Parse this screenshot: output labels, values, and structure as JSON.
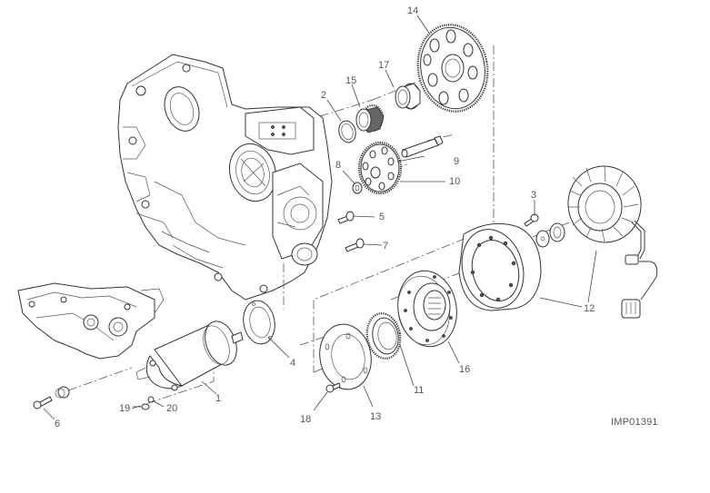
{
  "diagram": {
    "type": "exploded-parts-view",
    "image_code": "IMP01391",
    "callouts": [
      {
        "id": "c1",
        "label": "1"
      },
      {
        "id": "c2",
        "label": "2"
      },
      {
        "id": "c3",
        "label": "3"
      },
      {
        "id": "c4",
        "label": "4"
      },
      {
        "id": "c5",
        "label": "5"
      },
      {
        "id": "c6",
        "label": "6"
      },
      {
        "id": "c7",
        "label": "7"
      },
      {
        "id": "c8",
        "label": "8"
      },
      {
        "id": "c9",
        "label": "9"
      },
      {
        "id": "c10",
        "label": "10"
      },
      {
        "id": "c11",
        "label": "11"
      },
      {
        "id": "c12",
        "label": "12"
      },
      {
        "id": "c13",
        "label": "13"
      },
      {
        "id": "c14",
        "label": "14"
      },
      {
        "id": "c15",
        "label": "15"
      },
      {
        "id": "c16",
        "label": "16"
      },
      {
        "id": "c17",
        "label": "17"
      },
      {
        "id": "c18",
        "label": "18"
      },
      {
        "id": "c19",
        "label": "19"
      },
      {
        "id": "c20",
        "label": "20"
      }
    ]
  },
  "colors": {
    "line": "#333333",
    "label": "#555555",
    "background": "#ffffff"
  }
}
